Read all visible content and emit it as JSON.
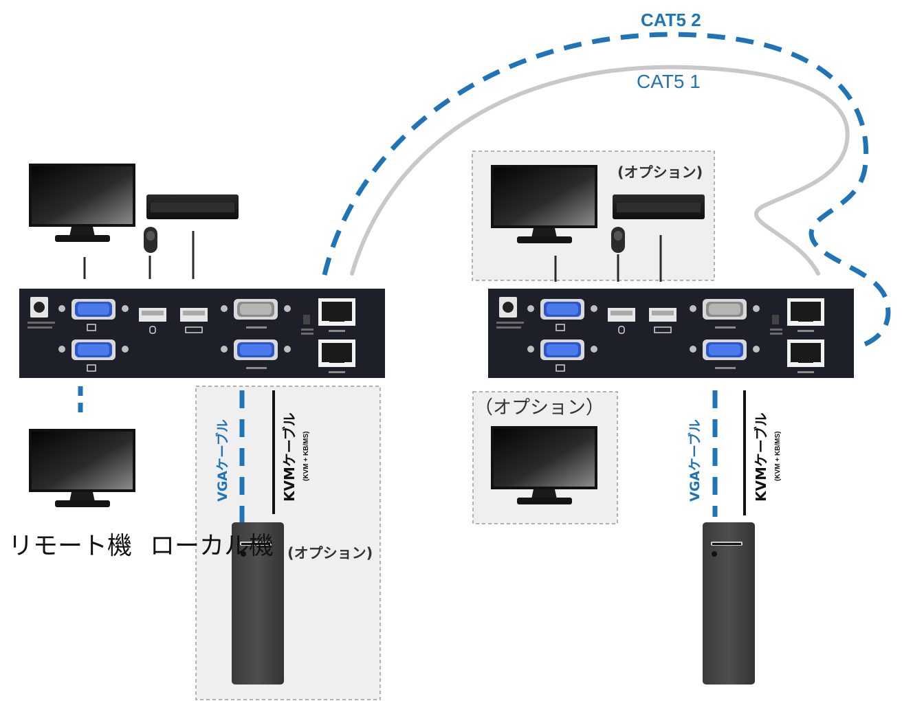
{
  "colors": {
    "accent_blue": "#1f73b7",
    "cable_gray": "#c8c8c8",
    "device_dark": "#1d2029",
    "port_blue": "#2c56c8",
    "option_box": "#efefef"
  },
  "cables": {
    "cat5_2_label": "CAT5 2",
    "cat5_1_label": "CAT5 1"
  },
  "left_unit": {
    "role_remote_label": "リモート機",
    "role_local_label": "ローカル機",
    "option_label": "(オプション)",
    "vga_cable_label": "VGAケーブル",
    "kvm_cable_label": "KVMケーブル",
    "kvm_cable_sub": "(KVM + KB/MS)"
  },
  "right_unit": {
    "option_top_label": "(オプション)",
    "option_monitor_label": "（オプション）",
    "vga_cable_label": "VGAケーブル",
    "kvm_cable_label": "KVMケーブル",
    "kvm_cable_sub": "(KVM + KB/MS)"
  }
}
